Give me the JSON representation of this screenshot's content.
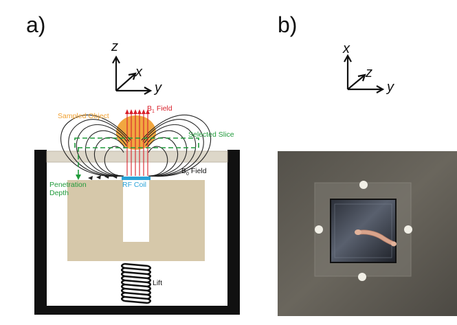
{
  "panels": {
    "a": "a)",
    "b": "b)"
  },
  "axes_a": {
    "up": "z",
    "diag": "x",
    "right": "y"
  },
  "axes_b": {
    "up": "x",
    "diag": "z",
    "right": "y"
  },
  "labels": {
    "sampled_object": "Sampled Object",
    "b1_field_main": "B",
    "b1_field_sub": "1",
    "b1_field_tail": " Field",
    "selected_slice": "Selected Slice",
    "b0_field_main": "B",
    "b0_field_sub": "0",
    "b0_field_tail": " Field",
    "penetration_line1": "Penetration",
    "penetration_line2": "Depth",
    "rf_coil": "RF Coil",
    "lift": "Lift"
  },
  "colors": {
    "sampled_object": "#f0a030",
    "b1_field": "#d8202a",
    "selected_slice": "#1f9a3a",
    "rf_coil": "#2aa3d8",
    "housing": "#111111",
    "platform": "#ddd7c9",
    "magnet": "#d6c8aa",
    "field_lines": "#222222"
  }
}
